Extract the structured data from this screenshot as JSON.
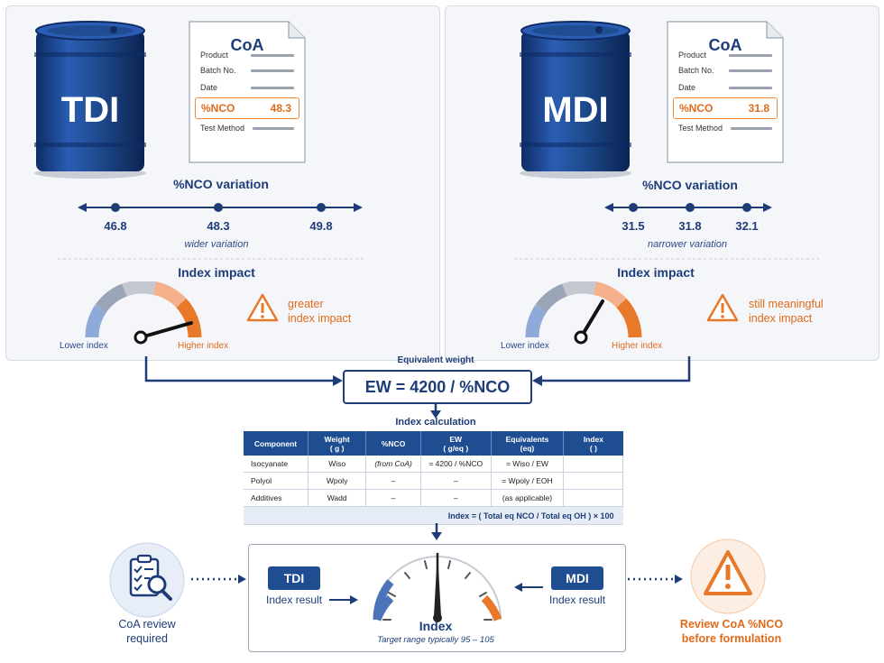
{
  "tdi": {
    "drum_label": "TDI",
    "coa": {
      "title": "CoA",
      "rows": [
        "Product",
        "Batch No.",
        "Date"
      ],
      "nco_label": "%NCO",
      "nco_value": "48.3",
      "test_method": "Test Method"
    },
    "variation_title": "%NCO variation",
    "values": [
      "46.8",
      "48.3",
      "49.8"
    ],
    "variation_caption": "wider variation",
    "index_title": "Index impact",
    "gauge_low": "Lower index",
    "gauge_high": "Higher index",
    "warning": [
      "greater",
      "index impact"
    ]
  },
  "mdi": {
    "drum_label": "MDI",
    "coa": {
      "title": "CoA",
      "rows": [
        "Product",
        "Batch No.",
        "Date"
      ],
      "nco_label": "%NCO",
      "nco_value": "31.8",
      "test_method": "Test Method"
    },
    "variation_title": "%NCO variation",
    "values": [
      "31.5",
      "31.8",
      "32.1"
    ],
    "variation_caption": "narrower variation",
    "index_title": "Index impact",
    "gauge_low": "Lower index",
    "gauge_high": "Higher index",
    "warning": [
      "still meaningful",
      "index impact"
    ]
  },
  "ew": {
    "label": "Equivalent weight",
    "formula": "EW = 4200 / %NCO"
  },
  "calc": {
    "title": "Index calculation",
    "headers": [
      [
        "Component"
      ],
      [
        "Weight",
        "( g )"
      ],
      [
        "%NCO"
      ],
      [
        "EW",
        "( g/eq )"
      ],
      [
        "Equivalents",
        "(eq)"
      ],
      [
        "Index",
        "( )"
      ]
    ],
    "rows": [
      [
        "Isocyanate",
        "Wiso",
        "(from CoA)",
        "= 4200 / %NCO",
        "= Wiso / EW",
        ""
      ],
      [
        "Polyol",
        "Wpoly",
        "–",
        "–",
        "= Wpoly / EOH",
        ""
      ],
      [
        "Additives",
        "Wadd",
        "–",
        "–",
        "(as applicable)",
        ""
      ]
    ],
    "formula": "Index = ( Total eq NCO / Total eq OH ) × 100"
  },
  "result": {
    "tdi_chip": "TDI",
    "tdi_label": "Index result",
    "mdi_chip": "MDI",
    "mdi_label": "Index result",
    "gauge_title": "Index",
    "target": "Target range typically 95 – 105"
  },
  "footer": {
    "left": [
      "CoA review",
      "required"
    ],
    "right": [
      "Review CoA %NCO",
      "before formulation"
    ]
  },
  "colors": {
    "navy": "#1d3c78",
    "drum_blue": "#1f4d92",
    "orange": "#e8782a",
    "gauge_blue": "#5b7fc0",
    "panel": "#f4f6f9"
  }
}
